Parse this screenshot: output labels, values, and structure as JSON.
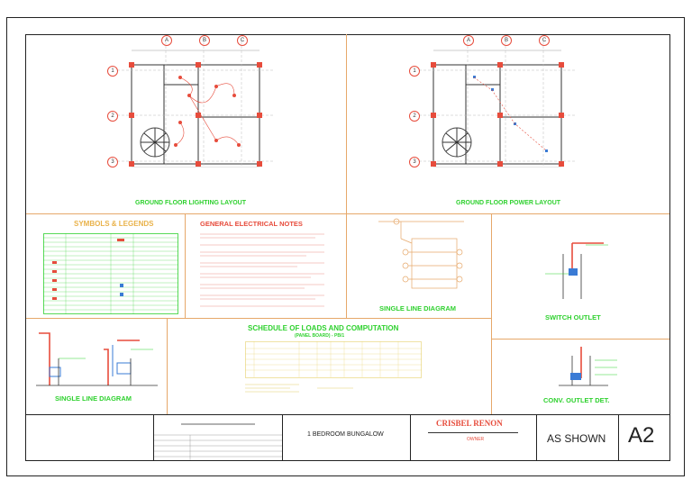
{
  "titles": {
    "lighting_layout": "GROUND FLOOR LIGHTING LAYOUT",
    "power_layout": "GROUND FLOOR POWER LAYOUT",
    "symbols_legends": "SYMBOLS & LEGENDS",
    "electrical_notes": "GENERAL ELECTRICAL NOTES",
    "single_line_diagram_top": "SINGLE LINE DIAGRAM",
    "switch_outlet": "SWITCH OUTLET",
    "schedule_of_loads": "SCHEDULE OF LOADS AND COMPUTATION",
    "schedule_sub": "(PANEL BOARD) - PB/1",
    "single_line_diagram_bottom": "SINGLE LINE DIAGRAM",
    "conv_outlet": "CONV. OUTLET DET."
  },
  "grid_labels": {
    "columns": [
      "A",
      "B",
      "C"
    ],
    "rows": [
      "1",
      "2",
      "3"
    ]
  },
  "title_block": {
    "project": "1 BEDROOM BUNGALOW",
    "owner_name": "CRISBEL RENON",
    "owner_label": "OWNER",
    "scale": "AS SHOWN",
    "sheet_number": "A2"
  },
  "colors": {
    "layout_title": "#2fd12f",
    "notes_title": "#e74c3c",
    "symbols_title": "#e9b24a",
    "owner_name": "#e74c3c",
    "panel_lines": "#e6a86a"
  }
}
